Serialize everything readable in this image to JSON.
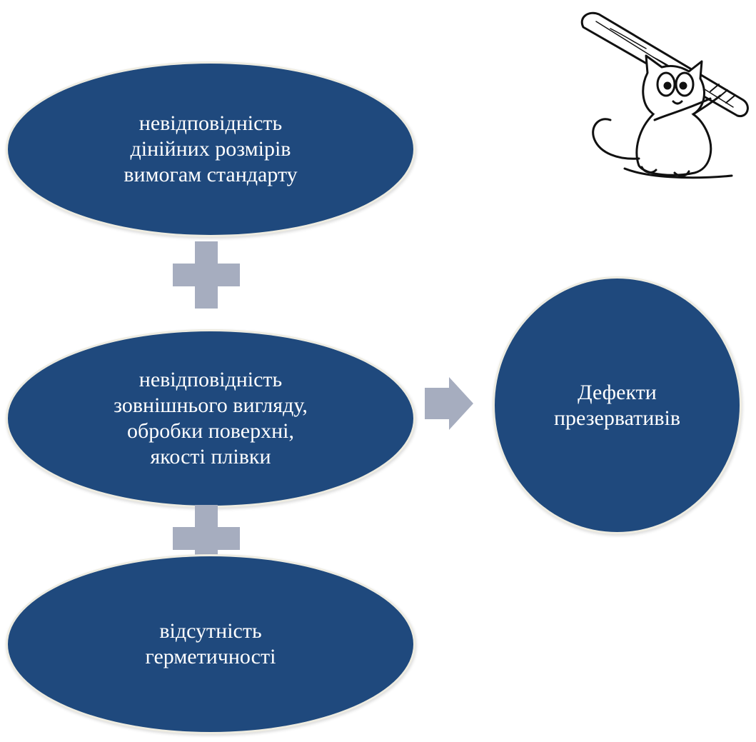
{
  "diagram": {
    "inputs": [
      {
        "text": "невідповідність\nдінійних розмірів\nвимогам стандарту"
      },
      {
        "text": "невідповідність\nзовнішнього  вигляду,\nобробки поверхні,\nякості плівки"
      },
      {
        "text": "відсутність\nгерметичності"
      }
    ],
    "result": {
      "text": "Дефекти\nпрезервативів"
    },
    "operators": [
      "plus-icon",
      "plus-icon"
    ],
    "connector": "arrow-right-icon",
    "decoration": "cat-with-bat-icon"
  },
  "colors": {
    "node_fill": "#1f497d",
    "node_border": "#eeece1",
    "operator_fill": "#a6adbf",
    "text": "#ffffff"
  }
}
